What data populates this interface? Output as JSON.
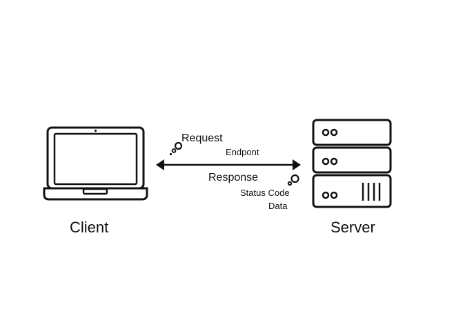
{
  "diagram": {
    "client_label": "Client",
    "server_label": "Server",
    "request_label": "Request",
    "request_detail": "Endpont",
    "response_label": "Response",
    "response_details": [
      "Status Code",
      "Data"
    ],
    "icons": {
      "client": "laptop-icon",
      "server": "server-rack-icon",
      "arrow": "double-headed-arrow",
      "bubbles": "thought-bubble-icon"
    },
    "colors": {
      "stroke": "#111111",
      "background": "#ffffff"
    }
  }
}
